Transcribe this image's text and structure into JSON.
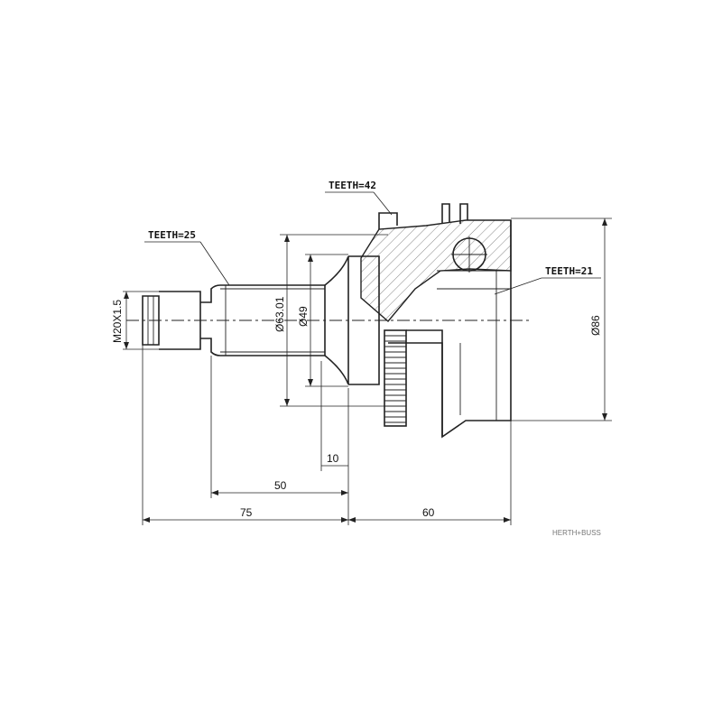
{
  "labels": {
    "teeth_outer": "TEETH=42",
    "teeth_shaft": "TEETH=25",
    "teeth_inner": "TEETH=21"
  },
  "dimensions": {
    "thread": "M20X1.5",
    "dia_63": "Ø63.01",
    "dia_49": "Ø49",
    "dia_86": "Ø86",
    "len_10": "10",
    "len_50": "50",
    "len_75": "75",
    "len_60": "60"
  },
  "brand": "HERTH+BUSS",
  "colors": {
    "line": "#222222",
    "background": "#ffffff"
  }
}
